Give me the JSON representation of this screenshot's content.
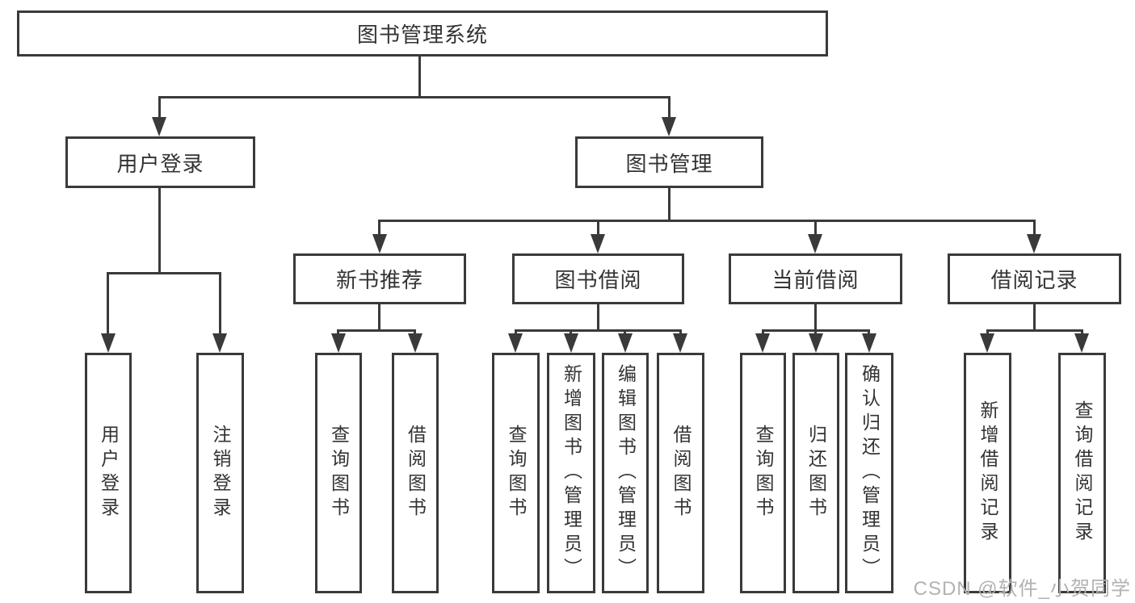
{
  "diagram": {
    "watermark": "CSDN @软件_小贺同学",
    "colors": {
      "line": "#3a3a3a",
      "text": "#333333",
      "background": "#ffffff",
      "watermark": "#b2b2b2"
    },
    "root": {
      "label": "图书管理系统"
    },
    "branches": [
      {
        "label": "用户登录",
        "children": [
          {
            "label": "用户登录"
          },
          {
            "label": "注销登录"
          }
        ]
      },
      {
        "label": "图书管理",
        "children": [
          {
            "label": "新书推荐",
            "children": [
              {
                "label": "查询图书"
              },
              {
                "label": "借阅图书"
              }
            ]
          },
          {
            "label": "图书借阅",
            "children": [
              {
                "label": "查询图书"
              },
              {
                "label": "新增图书（管理员）"
              },
              {
                "label": "编辑图书（管理员）"
              },
              {
                "label": "借阅图书"
              }
            ]
          },
          {
            "label": "当前借阅",
            "children": [
              {
                "label": "查询图书"
              },
              {
                "label": "归还图书"
              },
              {
                "label": "确认归还（管理员）"
              }
            ]
          },
          {
            "label": "借阅记录",
            "children": [
              {
                "label": "新增借阅记录"
              },
              {
                "label": "查询借阅记录"
              }
            ]
          }
        ]
      }
    ]
  }
}
